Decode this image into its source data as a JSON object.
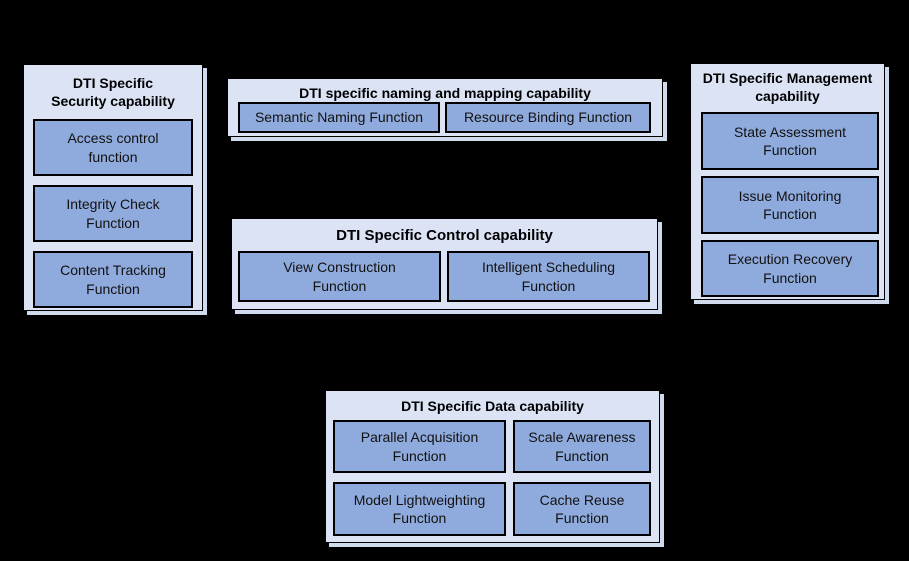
{
  "colors": {
    "background": "#000000",
    "capability_box_fill": "#dbe3f5",
    "function_box_fill": "#8faadc",
    "border": "#000000",
    "box_shadow": "#cfdaed",
    "text": "#111111"
  },
  "capabilities": {
    "security": {
      "title": "DTI Specific\nSecurity capability",
      "functions": [
        "Access control\nfunction",
        "Integrity Check\nFunction",
        "Content Tracking\nFunction"
      ]
    },
    "naming": {
      "title": "DTI specific naming and mapping capability",
      "functions": [
        "Semantic Naming Function",
        "Resource Binding Function"
      ]
    },
    "control": {
      "title": "DTI Specific Control capability",
      "functions": [
        "View Construction\nFunction",
        "Intelligent Scheduling\nFunction"
      ]
    },
    "management": {
      "title": "DTI Specific Management\ncapability",
      "functions": [
        "State Assessment\nFunction",
        "Issue Monitoring\nFunction",
        "Execution Recovery\nFunction"
      ]
    },
    "data": {
      "title": "DTI Specific Data capability",
      "functions": [
        "Parallel Acquisition\nFunction",
        "Scale Awareness\nFunction",
        "Model Lightweighting\nFunction",
        "Cache Reuse\nFunction"
      ]
    }
  }
}
